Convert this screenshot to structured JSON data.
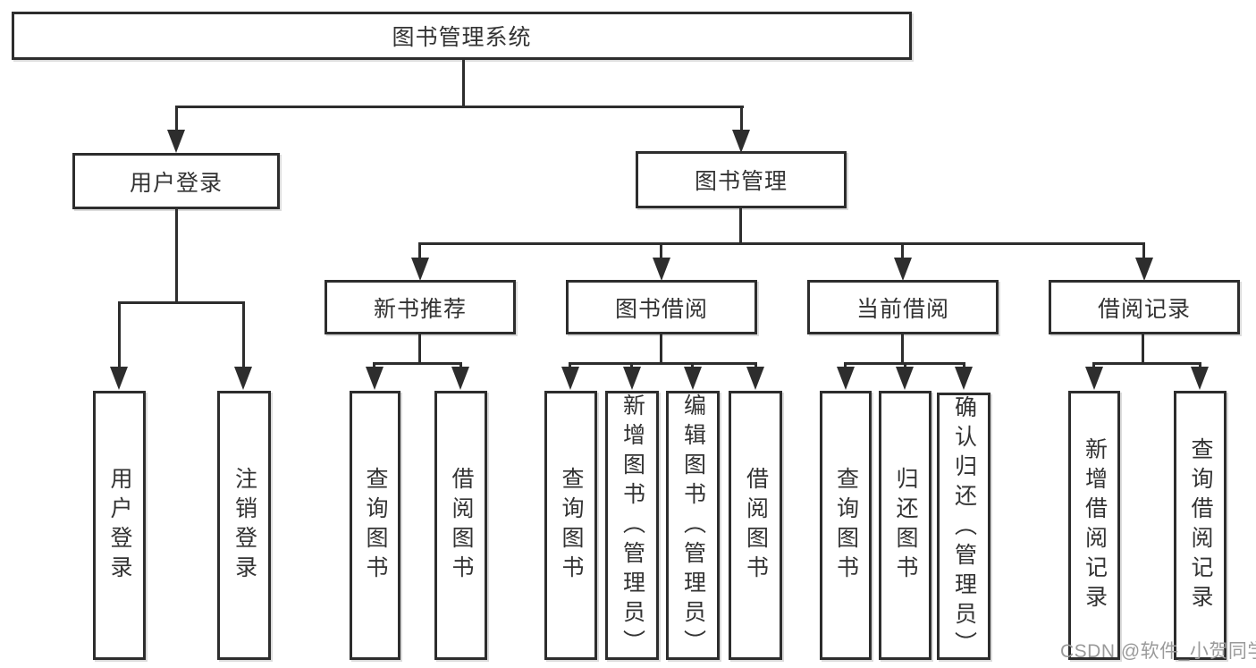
{
  "colors": {
    "line": "#2d2d2d",
    "text": "#333333",
    "background": "#ffffff",
    "watermark": "#9a9a9a"
  },
  "tree": {
    "root": {
      "label": "图书管理系统"
    },
    "branches": [
      {
        "label": "用户登录",
        "children": [
          {
            "label": "用户登录"
          },
          {
            "label": "注销登录"
          }
        ]
      },
      {
        "label": "图书管理",
        "children": [
          {
            "label": "新书推荐",
            "children": [
              {
                "label": "查询图书"
              },
              {
                "label": "借阅图书"
              }
            ]
          },
          {
            "label": "图书借阅",
            "children": [
              {
                "label": "查询图书"
              },
              {
                "label": "新增图书（管理员）"
              },
              {
                "label": "编辑图书（管理员）"
              },
              {
                "label": "借阅图书"
              }
            ]
          },
          {
            "label": "当前借阅",
            "children": [
              {
                "label": "查询图书"
              },
              {
                "label": "归还图书"
              },
              {
                "label": "确认归还（管理员）"
              }
            ]
          },
          {
            "label": "借阅记录",
            "children": [
              {
                "label": "新增借阅记录"
              },
              {
                "label": "查询借阅记录"
              }
            ]
          }
        ]
      }
    ]
  },
  "watermark": {
    "text": "CSDN @软件_小贺同学"
  }
}
